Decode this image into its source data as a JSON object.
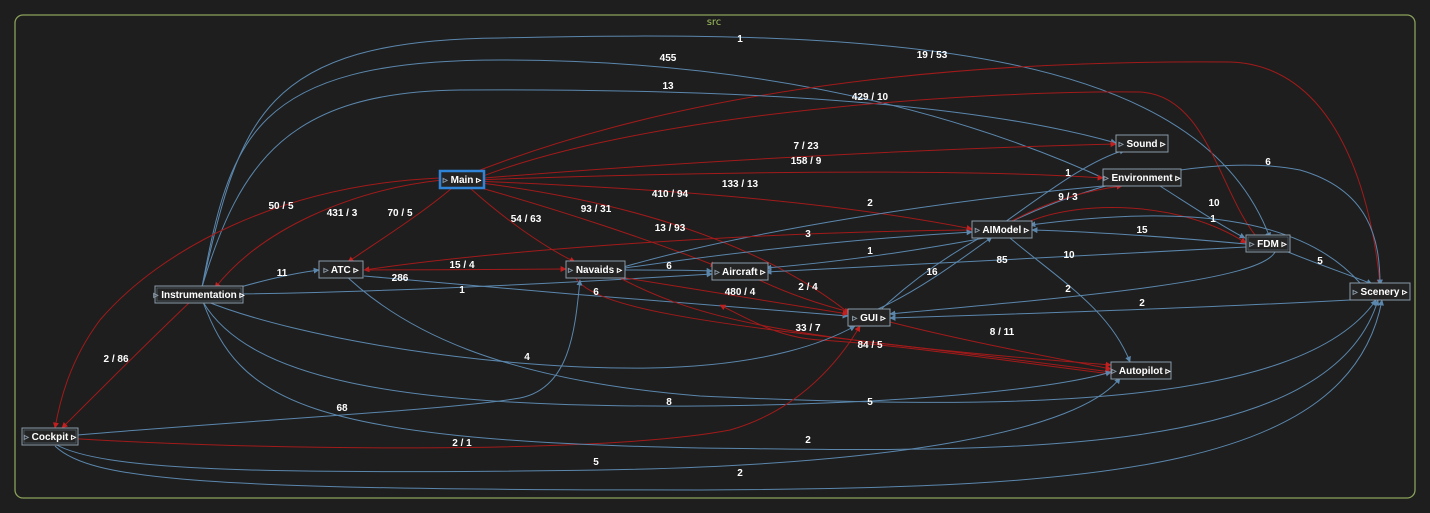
{
  "cluster": {
    "label": "src"
  },
  "colors": {
    "background": "#1e1e1e",
    "cluster": "#8aa15a",
    "edge_blue": "#5b87ad",
    "edge_red": "#a21a1a",
    "selected": "#2f84d8"
  },
  "nodes": [
    {
      "id": "main",
      "label": "Main",
      "selected": true
    },
    {
      "id": "sound",
      "label": "Sound"
    },
    {
      "id": "environment",
      "label": "Environment"
    },
    {
      "id": "aimodel",
      "label": "AIModel"
    },
    {
      "id": "fdm",
      "label": "FDM"
    },
    {
      "id": "atc",
      "label": "ATC"
    },
    {
      "id": "navaids",
      "label": "Navaids"
    },
    {
      "id": "aircraft",
      "label": "Aircraft"
    },
    {
      "id": "instrumentation",
      "label": "Instrumentation"
    },
    {
      "id": "gui",
      "label": "GUI"
    },
    {
      "id": "scenery",
      "label": "Scenery"
    },
    {
      "id": "autopilot",
      "label": "Autopilot"
    },
    {
      "id": "cockpit",
      "label": "Cockpit"
    }
  ],
  "edges": [
    {
      "id": "instr-fdm",
      "color": "blue",
      "label": "1"
    },
    {
      "id": "instr-env",
      "color": "blue",
      "label": "455"
    },
    {
      "id": "main-scenery",
      "color": "red",
      "label": "19 / 53"
    },
    {
      "id": "instr-sound",
      "color": "blue",
      "label": "13"
    },
    {
      "id": "main-fdm",
      "color": "red",
      "label": "429 / 10"
    },
    {
      "id": "main-sound",
      "color": "red",
      "label": "7 / 23"
    },
    {
      "id": "main-env",
      "color": "red",
      "label": "158 / 9"
    },
    {
      "id": "gui-scenery",
      "color": "blue",
      "label": "6"
    },
    {
      "id": "main-aimodel",
      "color": "red",
      "label": "133 / 13"
    },
    {
      "id": "main-gui",
      "color": "red",
      "label": "410 / 94"
    },
    {
      "id": "main-instr",
      "color": "red",
      "label": "431 / 3"
    },
    {
      "id": "main-cockpit",
      "color": "red",
      "label": "50 / 5"
    },
    {
      "id": "main-atc",
      "color": "red",
      "label": "70 / 5"
    },
    {
      "id": "main-navaids",
      "color": "red",
      "label": "54 / 63"
    },
    {
      "id": "main-aircraft",
      "color": "red",
      "label": "93 / 31"
    },
    {
      "id": "aimodel-sound",
      "color": "blue",
      "label": "1"
    },
    {
      "id": "aimodel-env",
      "color": "red",
      "label": "9 / 3"
    },
    {
      "id": "env-fdm",
      "color": "blue",
      "label": "10"
    },
    {
      "id": "aimodel-fdm",
      "color": "red",
      "label": "1"
    },
    {
      "id": "fdm-aimodel",
      "color": "blue",
      "label": "15"
    },
    {
      "id": "aimodel-navaids",
      "color": "blue",
      "label": "2"
    },
    {
      "id": "aimodel-atc",
      "color": "red",
      "label": "13 / 93"
    },
    {
      "id": "navaids-aimodel",
      "color": "blue",
      "label": "3"
    },
    {
      "id": "aimodel-aircraft",
      "color": "blue",
      "label": "1"
    },
    {
      "id": "fdm-aircraft",
      "color": "blue",
      "label": "85"
    },
    {
      "id": "gui-aimodel",
      "color": "blue",
      "label": "16"
    },
    {
      "id": "fdm-gui",
      "color": "blue",
      "label": "10"
    },
    {
      "id": "fdm-scenery",
      "color": "blue",
      "label": "5"
    },
    {
      "id": "scenery-gui-a",
      "color": "blue",
      "label": "2"
    },
    {
      "id": "scenery-gui-b",
      "color": "blue",
      "label": "2"
    },
    {
      "id": "instr-atc",
      "color": "blue",
      "label": "11"
    },
    {
      "id": "atc-navaids",
      "color": "red",
      "label": "15 / 4"
    },
    {
      "id": "atc-gui",
      "color": "blue",
      "label": "286"
    },
    {
      "id": "navaids-aircraft",
      "color": "blue",
      "label": "6"
    },
    {
      "id": "instr-aircraft",
      "color": "blue",
      "label": "1"
    },
    {
      "id": "navaids-autopilot",
      "color": "red",
      "label": "6"
    },
    {
      "id": "navaids-gui",
      "color": "red",
      "label": "480 / 4"
    },
    {
      "id": "aircraft-gui",
      "color": "red",
      "label": "2 / 4"
    },
    {
      "id": "gui-autopilot",
      "color": "red",
      "label": "8 / 11"
    },
    {
      "id": "instr-autopilot-red",
      "color": "red",
      "label": "33 / 7"
    },
    {
      "id": "autopilot-main-red",
      "color": "red",
      "label": "84 / 5"
    },
    {
      "id": "instr-cockpit",
      "color": "red",
      "label": "2 / 86"
    },
    {
      "id": "instr-gui",
      "color": "blue",
      "label": "4"
    },
    {
      "id": "cockpit-navaids",
      "color": "blue",
      "label": "68"
    },
    {
      "id": "instr-autopilot",
      "color": "blue",
      "label": "8"
    },
    {
      "id": "cockpit-scenery-a",
      "color": "blue",
      "label": "5"
    },
    {
      "id": "cockpit-gui",
      "color": "red",
      "label": "2 / 1"
    },
    {
      "id": "instr-scenery",
      "color": "blue",
      "label": "2"
    },
    {
      "id": "cockpit-autopilot",
      "color": "blue",
      "label": "5"
    },
    {
      "id": "cockpit-scenery-b",
      "color": "blue",
      "label": "2"
    },
    {
      "id": "aimodel-autopilot",
      "color": "blue",
      "label": ""
    }
  ]
}
